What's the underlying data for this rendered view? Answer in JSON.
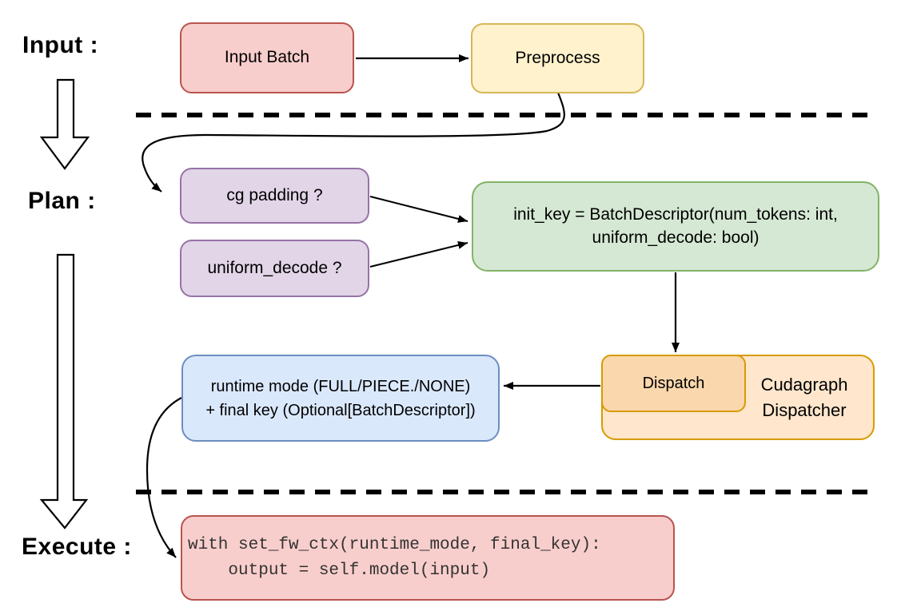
{
  "stage_labels": {
    "input": "Input :",
    "plan": "Plan :",
    "execute": "Execute :"
  },
  "nodes": {
    "input_batch": {
      "label": "Input Batch"
    },
    "preprocess": {
      "label": "Preprocess"
    },
    "cg_padding": {
      "label": "cg padding ?"
    },
    "uniform_decode": {
      "label": "uniform_decode ?"
    },
    "init_key": {
      "line1": "init_key = BatchDescriptor(num_tokens: int,",
      "line2": "uniform_decode: bool)"
    },
    "dispatch": {
      "label": "Dispatch"
    },
    "cudagraph_dispatcher": {
      "line1": "Cudagraph",
      "line2": "Dispatcher"
    },
    "runtime_mode": {
      "line1": "runtime mode (FULL/PIECE./NONE)",
      "line2": "+ final key (Optional[BatchDescriptor])"
    },
    "execute_code": {
      "line1": "with set_fw_ctx(runtime_mode, final_key):",
      "line2": "    output = self.model(input)"
    }
  },
  "palette": {
    "red_fill": "#f8cecc",
    "red_stroke": "#b85450",
    "yellow_fill": "#fff2cc",
    "yellow_stroke": "#d6b656",
    "purple_fill": "#e1d5e7",
    "purple_stroke": "#9673a6",
    "green_fill": "#d5e8d4",
    "green_stroke": "#82b366",
    "orange_fill": "#ffe6cc",
    "orange_inner_fill": "#fad7ac",
    "orange_stroke": "#d79b00",
    "blue_fill": "#dae8fc",
    "blue_stroke": "#6c8ebf",
    "line_color": "#000000"
  }
}
